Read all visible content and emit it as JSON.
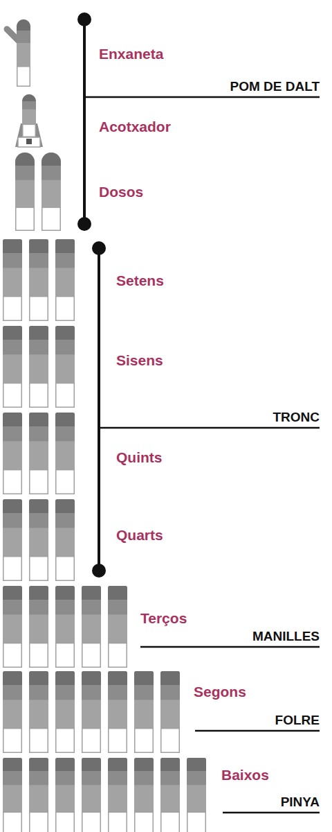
{
  "diagram": {
    "labels": [
      "Enxaneta",
      "POM DE DALT",
      "Acotxador",
      "Dosos",
      "Setens",
      "Sisens",
      "TRONC",
      "Quints",
      "Quarts",
      "Terços",
      "MANILLES",
      "Segons",
      "FOLRE",
      "Baixos",
      "PINYA"
    ]
  }
}
